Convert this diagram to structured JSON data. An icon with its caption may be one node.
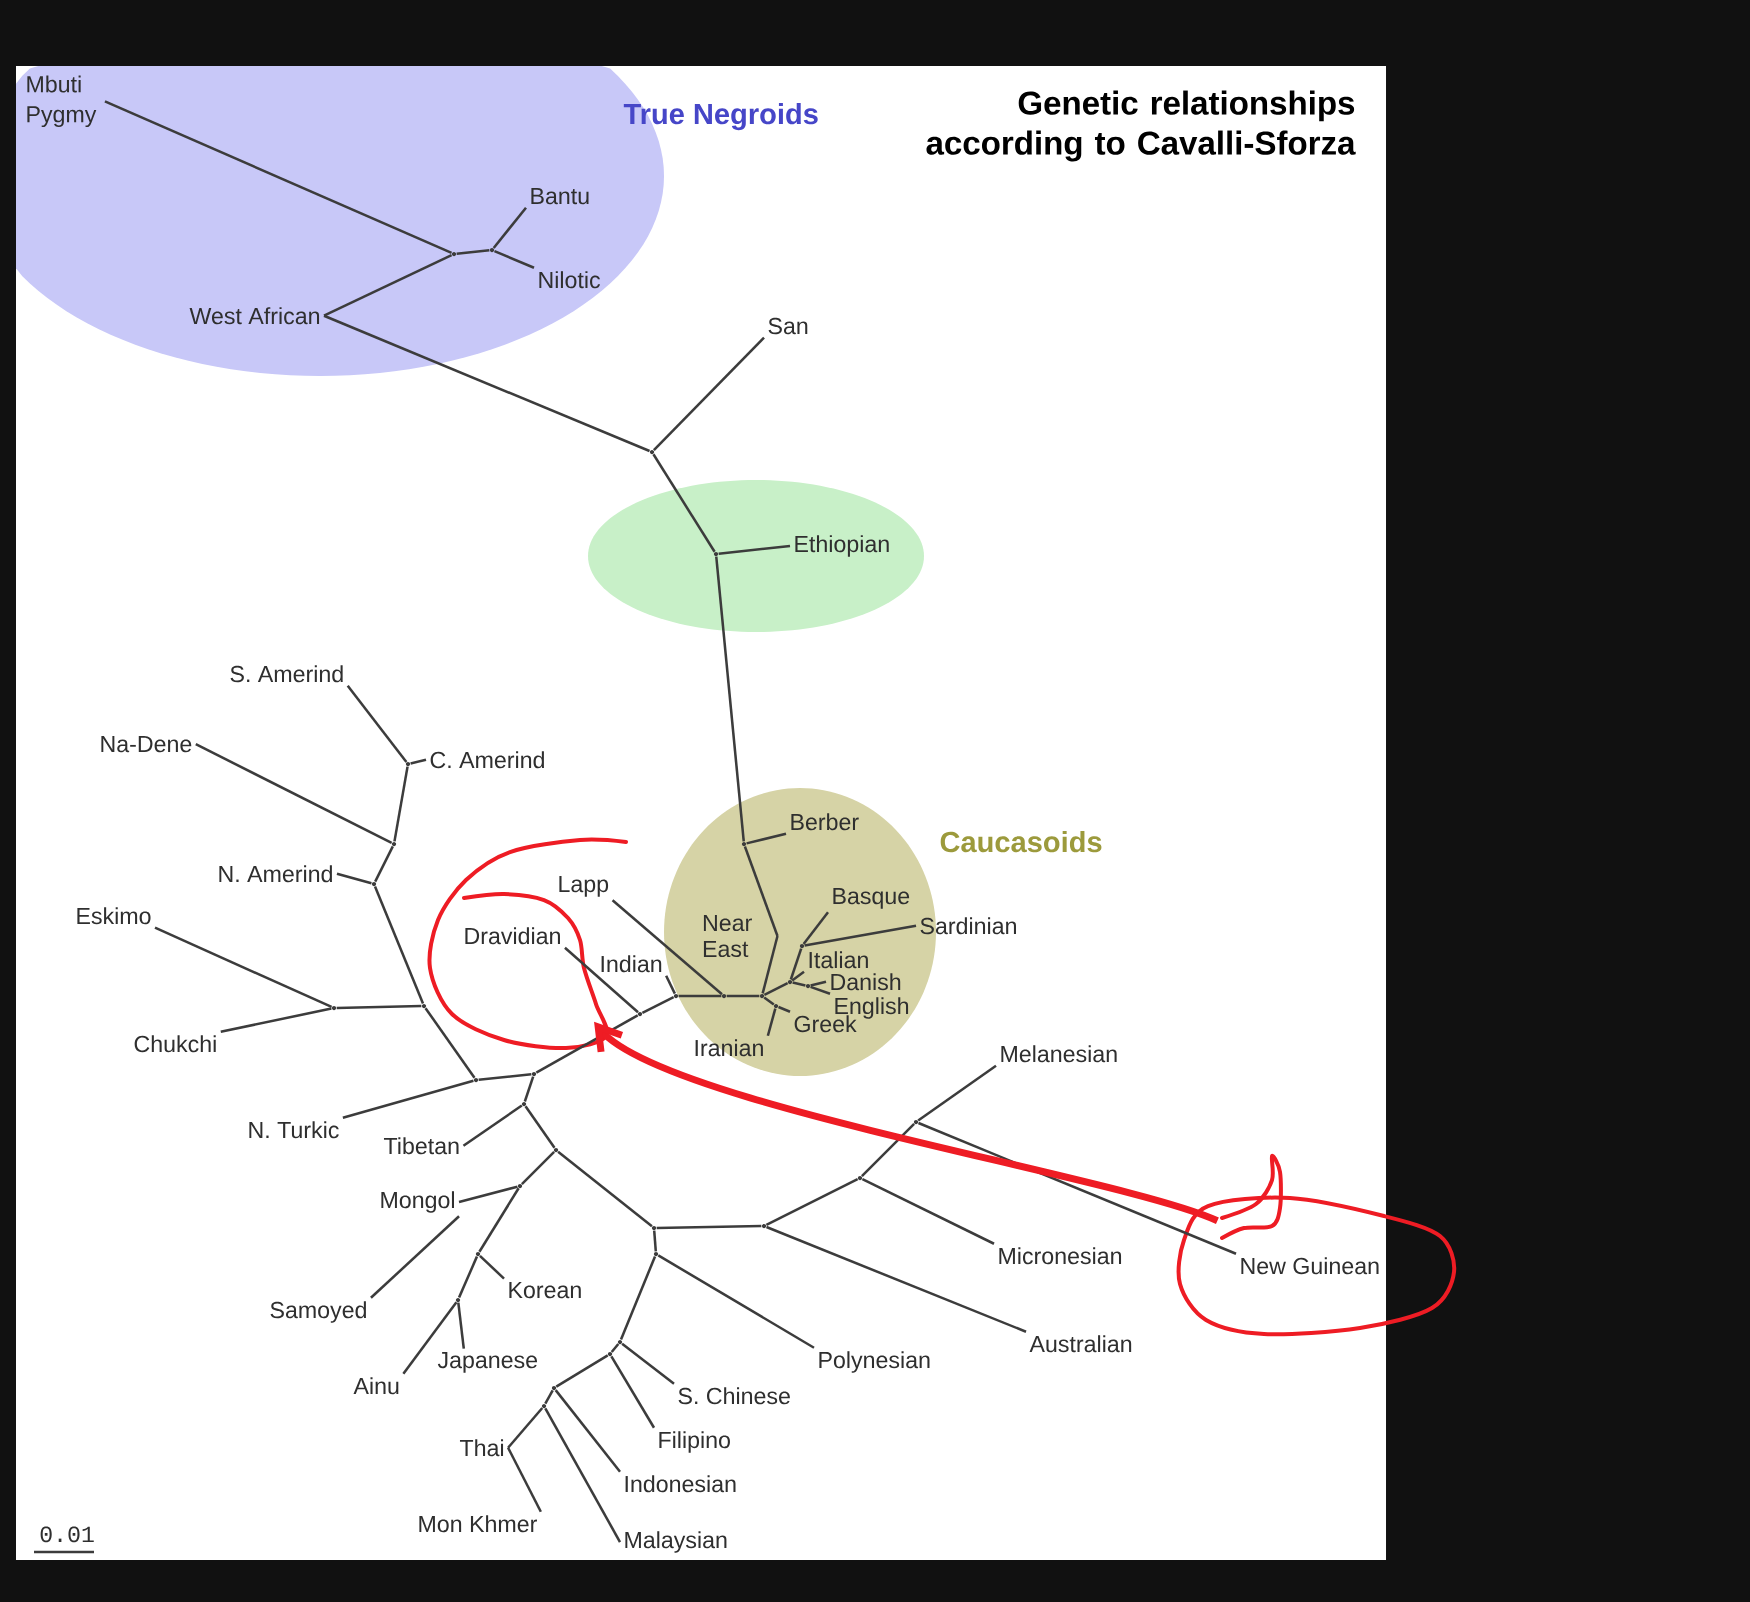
{
  "diagram": {
    "title": "Genetic relationships according to Cavalli-Sforza",
    "nodes": [
      {
        "text": [
          "True Negroids"
        ]
      },
      {
        "text": [
          "Mbuti Pygmy"
        ],
        "in": 0
      },
      {
        "text": [],
        "shape": "dot",
        "in": 0
      },
      {
        "text": [],
        "shape": "dot",
        "in": 0
      },
      {
        "text": [
          "Bantu"
        ],
        "in": 0
      },
      {
        "text": [
          "Nilotic"
        ],
        "in": 0
      },
      {
        "text": [
          "West African"
        ],
        "in": 0
      },
      {
        "text": [
          "San"
        ]
      },
      {
        "text": [],
        "shape": "dot"
      },
      {
        "text": [],
        "shape": "ellipse"
      },
      {
        "text": [],
        "shape": "dot",
        "in": 9
      },
      {
        "text": [
          "Ethiopian"
        ],
        "in": 9
      },
      {
        "text": [
          "S. Amerind"
        ]
      },
      {
        "text": [],
        "shape": "dot"
      },
      {
        "text": [
          "C. Amerind"
        ]
      },
      {
        "text": [
          "Na-Dene"
        ]
      },
      {
        "text": [],
        "shape": "dot"
      },
      {
        "text": [
          "Caucasoids"
        ]
      },
      {
        "text": [],
        "shape": "dot",
        "in": 17
      },
      {
        "text": [
          "Berber"
        ],
        "in": 17
      },
      {
        "text": [
          "Near East"
        ],
        "in": 17
      },
      {
        "text": [
          "Basque"
        ],
        "in": 17
      },
      {
        "text": [],
        "shape": "dot",
        "in": 17
      },
      {
        "text": [
          "Sardinian"
        ]
      },
      {
        "text": [
          "Italian"
        ],
        "in": 17
      },
      {
        "text": [],
        "shape": "dot",
        "in": 17
      },
      {
        "text": [
          "Danish"
        ],
        "in": 17
      },
      {
        "text": [],
        "shape": "dot",
        "in": 17
      },
      {
        "text": [
          "English"
        ],
        "in": 17
      },
      {
        "text": [],
        "shape": "dot",
        "in": 17
      },
      {
        "text": [],
        "shape": "dot",
        "in": 17
      },
      {
        "text": [],
        "shape": "dot",
        "in": 17
      },
      {
        "text": [
          "Greek"
        ],
        "in": 17
      },
      {
        "text": [
          "Iranian"
        ],
        "in": 17
      },
      {
        "text": [],
        "shape": "circle"
      },
      {
        "text": [
          "Lapp"
        ],
        "in": 34
      },
      {
        "text": [
          "Dravidian"
        ],
        "in": 34
      },
      {
        "text": [
          "N. Amerind"
        ]
      },
      {
        "text": [],
        "shape": "dot"
      },
      {
        "text": [
          "Indian"
        ]
      },
      {
        "text": [],
        "shape": "dot"
      },
      {
        "text": [],
        "shape": "dot"
      },
      {
        "text": [
          "Eskimo"
        ]
      },
      {
        "text": [],
        "shape": "dot"
      },
      {
        "text": [],
        "shape": "dot"
      },
      {
        "text": [
          "Chukchi"
        ]
      },
      {
        "text": [],
        "shape": "dot"
      },
      {
        "text": [],
        "shape": "dot"
      },
      {
        "text": [
          "N. Turkic"
        ]
      },
      {
        "text": [],
        "shape": "dot"
      },
      {
        "text": [
          "Tibetan"
        ]
      },
      {
        "text": [],
        "shape": "dot"
      },
      {
        "text": [
          "Melanesian"
        ]
      },
      {
        "text": [],
        "shape": "dot"
      },
      {
        "text": [],
        "shape": "dot"
      },
      {
        "text": [
          "Mongol"
        ]
      },
      {
        "text": [],
        "shape": "dot"
      },
      {
        "text": [],
        "shape": "dot"
      },
      {
        "text": [],
        "shape": "dot"
      },
      {
        "text": [],
        "shape": "circle"
      },
      {
        "text": [
          "New Guinean"
        ],
        "in": 59
      },
      {
        "text": [
          "Micronesian"
        ]
      },
      {
        "text": [],
        "shape": "dot"
      },
      {
        "text": [
          "Korean"
        ]
      },
      {
        "text": [],
        "shape": "dot"
      },
      {
        "text": [
          "Samoyed"
        ]
      },
      {
        "text": [],
        "shape": "dot"
      },
      {
        "text": [
          "Australian"
        ]
      },
      {
        "text": [
          "Polynesian"
        ]
      },
      {
        "text": [
          "Japanese"
        ]
      },
      {
        "text": [
          "Ainu"
        ]
      },
      {
        "text": [],
        "shape": "dot"
      },
      {
        "text": [
          "S. Chinese"
        ]
      },
      {
        "text": [],
        "shape": "dot"
      },
      {
        "text": [],
        "shape": "dot"
      },
      {
        "text": [
          "Filipino"
        ]
      },
      {
        "text": [],
        "shape": "dot"
      },
      {
        "text": [
          "Thai"
        ]
      },
      {
        "text": [
          "Indonesian"
        ]
      },
      {
        "text": [
          "Mon Khmer"
        ]
      },
      {
        "text": [
          "Malaysian"
        ]
      }
    ],
    "edges": [
      {
        "from": 2,
        "to": 1,
        "arrow": "none"
      },
      {
        "from": 2,
        "to": 3,
        "arrow": "none"
      },
      {
        "from": 3,
        "to": 4,
        "arrow": "none"
      },
      {
        "from": 3,
        "to": 5,
        "arrow": "none"
      },
      {
        "from": 2,
        "to": 6,
        "arrow": "none"
      },
      {
        "from": 6,
        "to": 8,
        "arrow": "none"
      },
      {
        "from": 8,
        "to": 7,
        "arrow": "none"
      },
      {
        "from": 8,
        "to": 10,
        "arrow": "none"
      },
      {
        "from": 10,
        "to": 11,
        "arrow": "none"
      },
      {
        "from": 10,
        "to": 18,
        "arrow": "none"
      },
      {
        "from": 18,
        "to": 19,
        "arrow": "none"
      },
      {
        "from": 18,
        "to": 20,
        "arrow": "none"
      },
      {
        "from": 20,
        "to": 29,
        "arrow": "none"
      },
      {
        "from": 29,
        "to": 25,
        "arrow": "none"
      },
      {
        "from": 25,
        "to": 24,
        "arrow": "none"
      },
      {
        "from": 25,
        "to": 22,
        "arrow": "none"
      },
      {
        "from": 22,
        "to": 21,
        "arrow": "none"
      },
      {
        "from": 22,
        "to": 23,
        "arrow": "none"
      },
      {
        "from": 25,
        "to": 27,
        "arrow": "none"
      },
      {
        "from": 27,
        "to": 26,
        "arrow": "none"
      },
      {
        "from": 27,
        "to": 28,
        "arrow": "none"
      },
      {
        "from": 29,
        "to": 31,
        "arrow": "none"
      },
      {
        "from": 31,
        "to": 32,
        "arrow": "none"
      },
      {
        "from": 31,
        "to": 33,
        "arrow": "none"
      },
      {
        "from": 29,
        "to": 30,
        "arrow": "none"
      },
      {
        "from": 30,
        "to": 35,
        "arrow": "none"
      },
      {
        "from": 30,
        "to": 40,
        "arrow": "none"
      },
      {
        "from": 40,
        "to": 39,
        "arrow": "none"
      },
      {
        "from": 40,
        "to": 41,
        "arrow": "none"
      },
      {
        "from": 41,
        "to": 36,
        "arrow": "none"
      },
      {
        "from": 41,
        "to": 46,
        "arrow": "none"
      },
      {
        "from": 46,
        "to": 47,
        "arrow": "none"
      },
      {
        "from": 47,
        "to": 48,
        "arrow": "none"
      },
      {
        "from": 47,
        "to": 43,
        "arrow": "none"
      },
      {
        "from": 43,
        "to": 44,
        "arrow": "none"
      },
      {
        "from": 44,
        "to": 42,
        "arrow": "none"
      },
      {
        "from": 44,
        "to": 45,
        "arrow": "none"
      },
      {
        "from": 43,
        "to": 38,
        "arrow": "none"
      },
      {
        "from": 38,
        "to": 37,
        "arrow": "none"
      },
      {
        "from": 38,
        "to": 16,
        "arrow": "none"
      },
      {
        "from": 16,
        "to": 15,
        "arrow": "none"
      },
      {
        "from": 16,
        "to": 13,
        "arrow": "none"
      },
      {
        "from": 13,
        "to": 14,
        "arrow": "none"
      },
      {
        "from": 13,
        "to": 12,
        "arrow": "none"
      },
      {
        "from": 46,
        "to": 49,
        "arrow": "none"
      },
      {
        "from": 49,
        "to": 50,
        "arrow": "none"
      },
      {
        "from": 49,
        "to": 51,
        "arrow": "none"
      },
      {
        "from": 51,
        "to": 54,
        "arrow": "none"
      },
      {
        "from": 54,
        "to": 55,
        "arrow": "none"
      },
      {
        "from": 55,
        "to": 65,
        "arrow": "none"
      },
      {
        "from": 54,
        "to": 62,
        "arrow": "none"
      },
      {
        "from": 62,
        "to": 63,
        "arrow": "none"
      },
      {
        "from": 62,
        "to": 66,
        "arrow": "none"
      },
      {
        "from": 66,
        "to": 69,
        "arrow": "none"
      },
      {
        "from": 66,
        "to": 70,
        "arrow": "none"
      },
      {
        "from": 51,
        "to": 56,
        "arrow": "none"
      },
      {
        "from": 56,
        "to": 57,
        "arrow": "none"
      },
      {
        "from": 57,
        "to": 67,
        "arrow": "none"
      },
      {
        "from": 57,
        "to": 58,
        "arrow": "none"
      },
      {
        "from": 58,
        "to": 61,
        "arrow": "none"
      },
      {
        "from": 58,
        "to": 53,
        "arrow": "none"
      },
      {
        "from": 53,
        "to": 52,
        "arrow": "none"
      },
      {
        "from": 53,
        "to": 60,
        "arrow": "none"
      },
      {
        "from": 56,
        "to": 64,
        "arrow": "none"
      },
      {
        "from": 64,
        "to": 68,
        "arrow": "none"
      },
      {
        "from": 64,
        "to": 71,
        "arrow": "none"
      },
      {
        "from": 71,
        "to": 72,
        "arrow": "none"
      },
      {
        "from": 71,
        "to": 73,
        "arrow": "none"
      },
      {
        "from": 73,
        "to": 75,
        "arrow": "none"
      },
      {
        "from": 73,
        "to": 74,
        "arrow": "none"
      },
      {
        "from": 74,
        "to": 78,
        "arrow": "none"
      },
      {
        "from": 74,
        "to": 76,
        "arrow": "none"
      },
      {
        "from": 76,
        "to": 80,
        "arrow": "none"
      },
      {
        "from": 76,
        "to": 77,
        "arrow": "none"
      },
      {
        "from": 77,
        "to": 79,
        "arrow": "none"
      },
      {
        "from": 59,
        "to": 34,
        "arrow": "to",
        "style": "thick",
        "color": "#ee1c24"
      }
    ],
    "labels": [
      "0.01"
    ]
  }
}
